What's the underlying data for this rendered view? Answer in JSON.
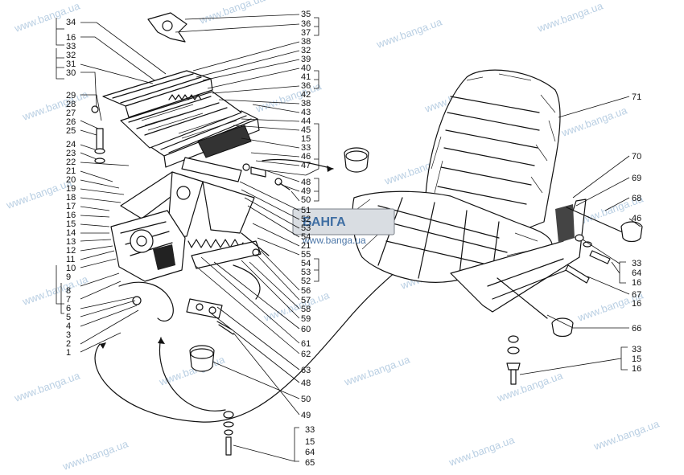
{
  "watermark_text": "www.banga.ua",
  "logo": {
    "word": "БАНГА",
    "url": "www.banga.ua",
    "accent": "#3f6ea3"
  },
  "left_labels": {
    "col_a": [
      "34",
      "16",
      "33",
      "32",
      "31",
      "30",
      "29",
      "28",
      "27",
      "26",
      "25",
      "24",
      "23",
      "22",
      "21",
      "20",
      "19",
      "18",
      "17",
      "16",
      "15",
      "14",
      "13",
      "12",
      "11",
      "10",
      "9",
      "8",
      "7",
      "6",
      "5",
      "4",
      "3",
      "2",
      "1"
    ],
    "col_b": [
      "35",
      "36",
      "37",
      "38",
      "32",
      "39",
      "40",
      "41",
      "36",
      "42",
      "38",
      "43",
      "44",
      "45",
      "15",
      "33",
      "46",
      "47"
    ],
    "col_c": [
      "48",
      "49",
      "50",
      "51",
      "52",
      "53",
      "54",
      "21",
      "55",
      "54",
      "53",
      "52",
      "56",
      "57",
      "58",
      "59",
      "60",
      "61",
      "62",
      "63",
      "48",
      "50",
      "49"
    ],
    "bottom_stack": [
      "33",
      "15",
      "64",
      "65"
    ]
  },
  "right_labels": {
    "items": [
      "71",
      "70",
      "69",
      "68",
      "46",
      "33",
      "64",
      "16",
      "67",
      "16",
      "66"
    ],
    "bottom_stack": [
      "33",
      "15",
      "16"
    ]
  }
}
